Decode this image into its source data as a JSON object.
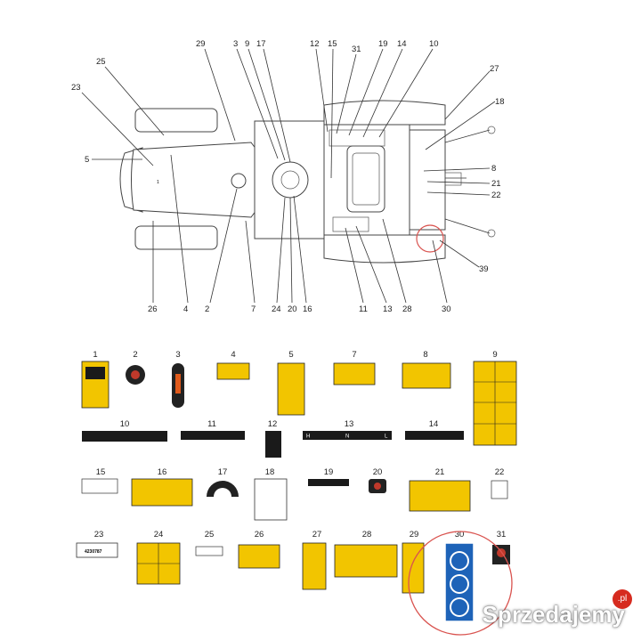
{
  "tractor_callouts": [
    "25",
    "23",
    "5",
    "29",
    "3",
    "9",
    "17",
    "12",
    "15",
    "31",
    "19",
    "14",
    "10",
    "27",
    "18",
    "8",
    "21",
    "22",
    "39",
    "30",
    "28",
    "13",
    "11",
    "16",
    "20",
    "24",
    "7",
    "2",
    "4",
    "26"
  ],
  "decals": [
    {
      "num": "1"
    },
    {
      "num": "2"
    },
    {
      "num": "3"
    },
    {
      "num": "4"
    },
    {
      "num": "5"
    },
    {
      "num": "7"
    },
    {
      "num": "8"
    },
    {
      "num": "9"
    },
    {
      "num": "10"
    },
    {
      "num": "11"
    },
    {
      "num": "12"
    },
    {
      "num": "13"
    },
    {
      "num": "14"
    },
    {
      "num": "15"
    },
    {
      "num": "16"
    },
    {
      "num": "17"
    },
    {
      "num": "18"
    },
    {
      "num": "19"
    },
    {
      "num": "20"
    },
    {
      "num": "21"
    },
    {
      "num": "22"
    },
    {
      "num": "23"
    },
    {
      "num": "24"
    },
    {
      "num": "25"
    },
    {
      "num": "26"
    },
    {
      "num": "27"
    },
    {
      "num": "28"
    },
    {
      "num": "29"
    },
    {
      "num": "30"
    },
    {
      "num": "31"
    }
  ],
  "decal_text": {
    "part_number": "4230787",
    "h_label": "H",
    "n_label": "N",
    "l_label": "L",
    "one_label": "1"
  },
  "watermark": {
    "text": "Sprzedajemy",
    "badge": ".pl"
  },
  "colors": {
    "warning_yellow": "#f2c500",
    "highlight_red": "#d9534f",
    "safety_blue": "#1e63b8"
  }
}
